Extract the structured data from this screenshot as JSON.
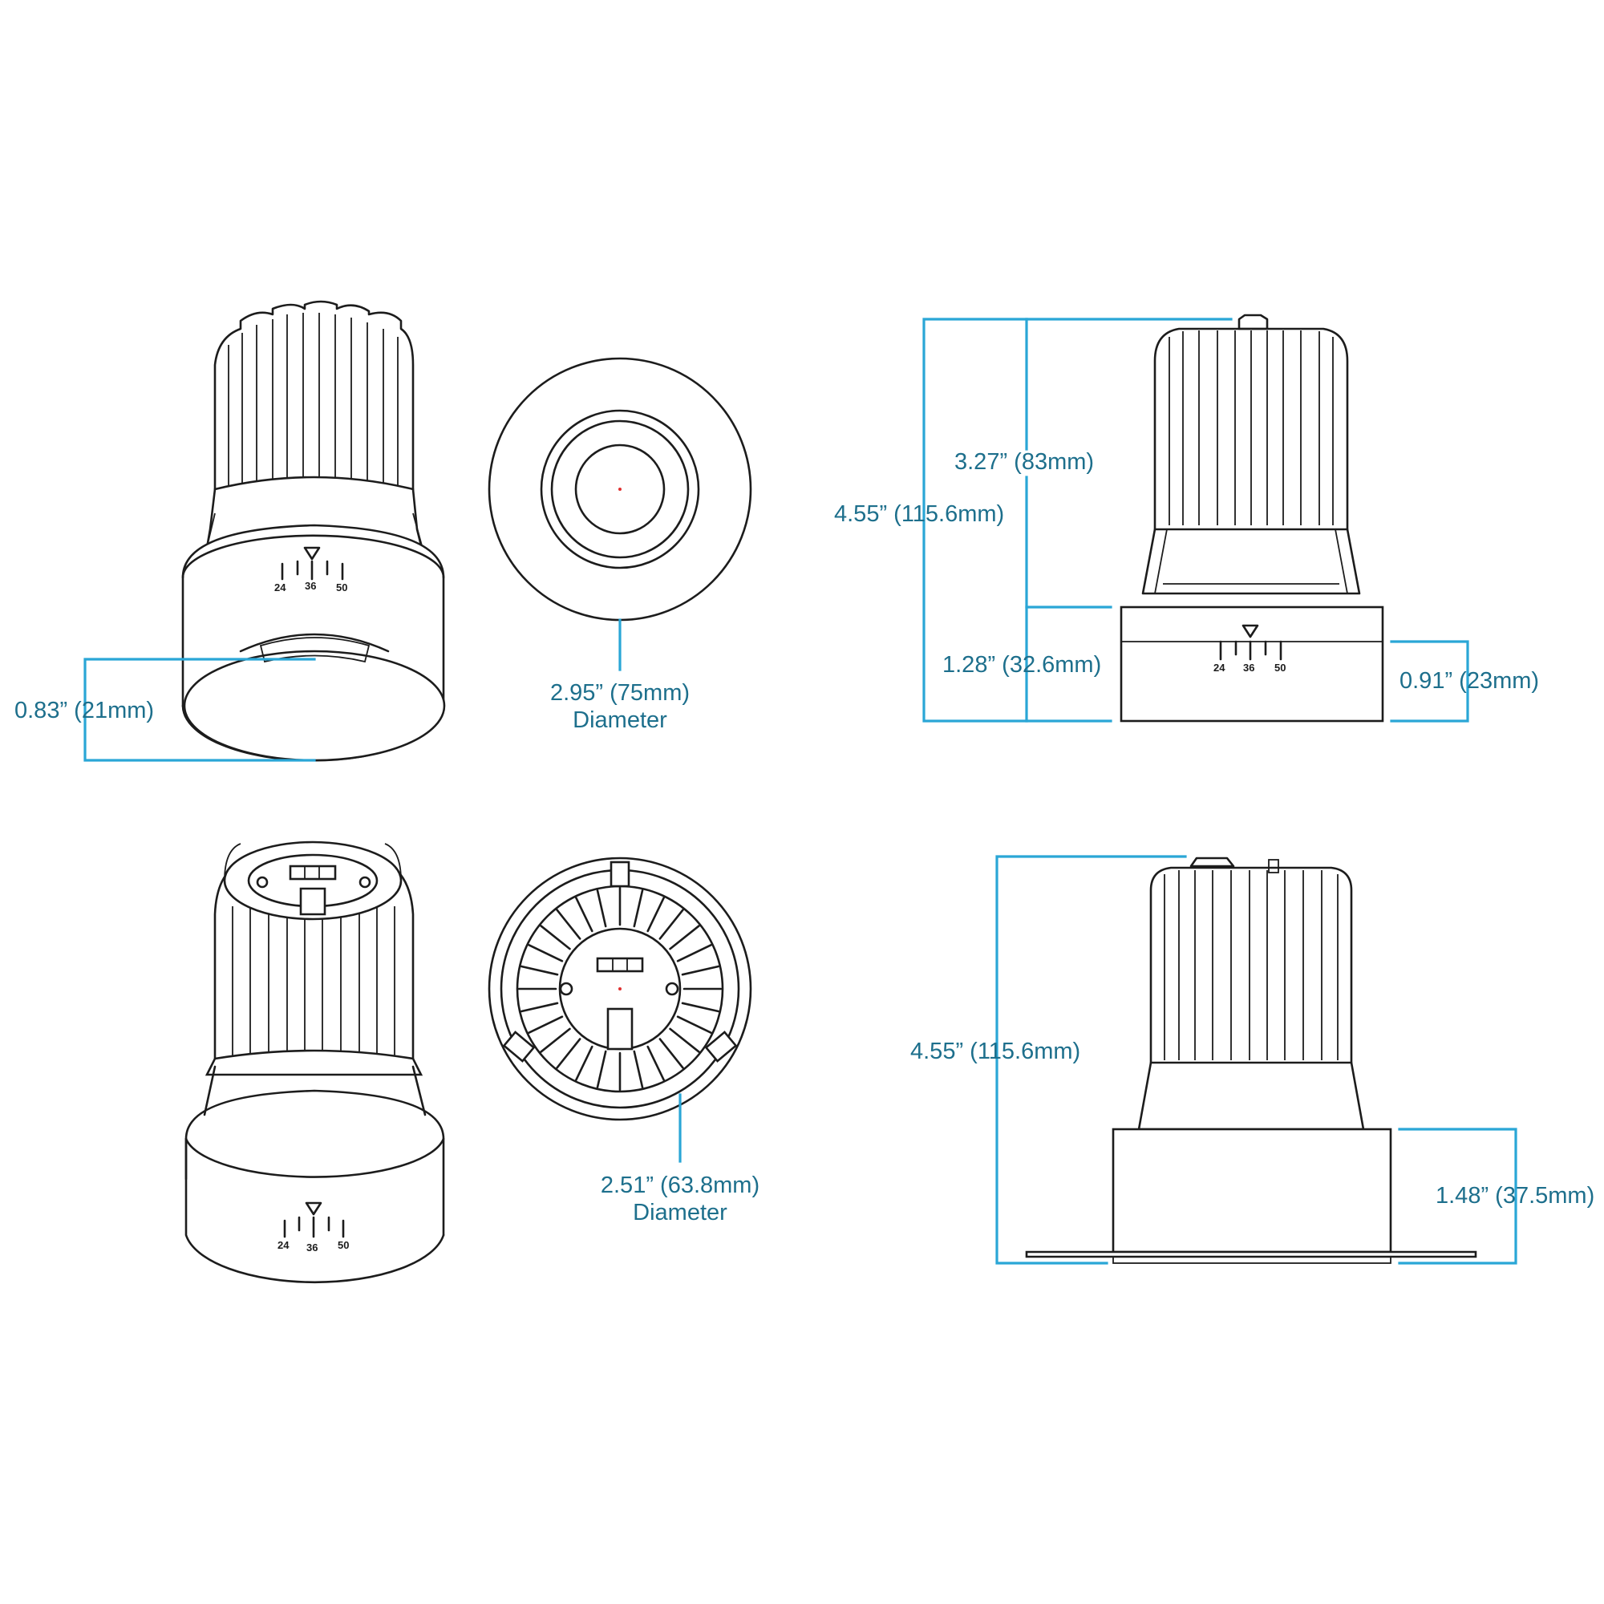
{
  "colors": {
    "dimension_line": "#2aa6d6",
    "dimension_text": "#1d6f8c",
    "outline": "#1c1c1c",
    "center_mark": "#e03030"
  },
  "beam_scale": [
    "24",
    "36",
    "50"
  ],
  "views": {
    "perspective_top": {
      "dims": {
        "trim_depth": "0.83” (21mm)"
      }
    },
    "front_circle": {
      "dims": {
        "diameter": "2.95” (75mm)",
        "diameter_word": "Diameter"
      }
    },
    "side_top": {
      "dims": {
        "overall_height": "4.55” (115.6mm)",
        "housing_height": "3.27” (83mm)",
        "trim_height": "1.28” (32.6mm)",
        "aperture_depth": "0.91” (23mm)"
      }
    },
    "rear_circle": {
      "dims": {
        "diameter": "2.51” (63.8mm)",
        "diameter_word": "Diameter"
      }
    },
    "side_bottom": {
      "dims": {
        "overall_height": "4.55” (115.6mm)",
        "trim_height": "1.48” (37.5mm)"
      }
    }
  }
}
